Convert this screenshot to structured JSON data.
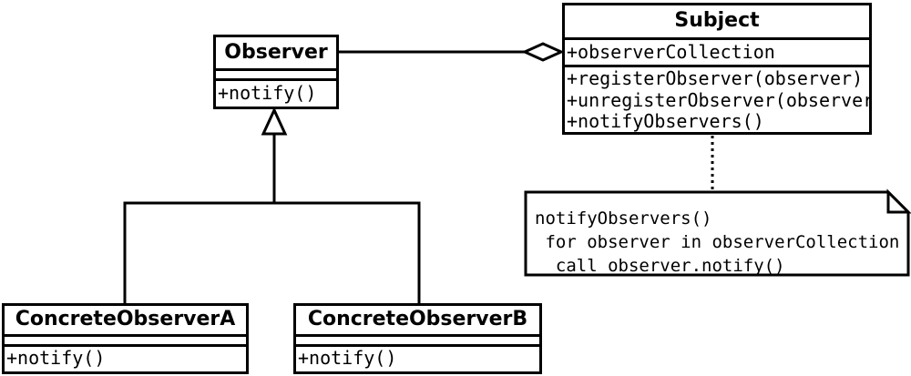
{
  "diagram_type": "uml-class-diagram",
  "classes": [
    {
      "name": "Observer",
      "attributes": [],
      "methods": [
        "+notify()"
      ]
    },
    {
      "name": "Subject",
      "attributes": [
        "+observerCollection"
      ],
      "methods": [
        "+registerObserver(observer)",
        "+unregisterObserver(observer)",
        "+notifyObservers()"
      ]
    },
    {
      "name": "ConcreteObserverA",
      "attributes": [],
      "methods": [
        "+notify()"
      ]
    },
    {
      "name": "ConcreteObserverB",
      "attributes": [],
      "methods": [
        "+notify()"
      ]
    }
  ],
  "note": {
    "lines": [
      "notifyObservers()",
      " for observer in observerCollection",
      "  call observer.notify()"
    ]
  },
  "relationships": [
    {
      "type": "aggregation",
      "from": "Subject",
      "to": "Observer",
      "marker": "hollow-diamond"
    },
    {
      "type": "generalization",
      "from": "ConcreteObserverA",
      "to": "Observer",
      "marker": "hollow-triangle"
    },
    {
      "type": "generalization",
      "from": "ConcreteObserverB",
      "to": "Observer",
      "marker": "hollow-triangle"
    },
    {
      "type": "note-attachment",
      "from": "Subject",
      "to": "note",
      "style": "dotted"
    }
  ],
  "colors": {
    "stroke": "#000000",
    "fill": "#ffffff",
    "background": "#ffffff"
  }
}
